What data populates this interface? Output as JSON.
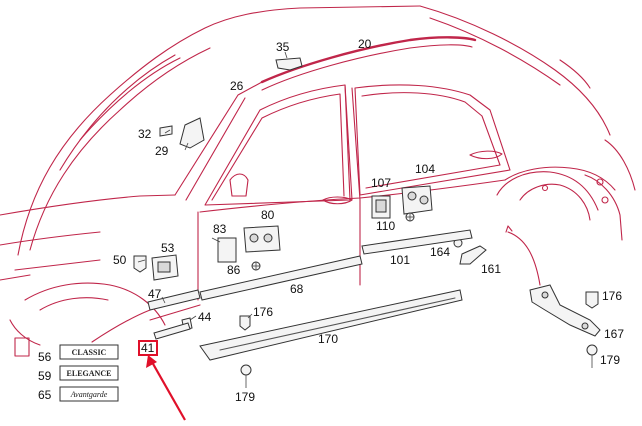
{
  "labels": {
    "p35": "35",
    "p20": "20",
    "p26": "26",
    "p32": "32",
    "p29": "29",
    "p107": "107",
    "p104": "104",
    "p110": "110",
    "p80": "80",
    "p83": "83",
    "p86": "86",
    "p50": "50",
    "p53": "53",
    "p164": "164",
    "p161": "161",
    "p101": "101",
    "p68": "68",
    "p47": "47",
    "p44": "44",
    "p176a": "176",
    "p170": "170",
    "p41": "41",
    "p56": "56",
    "p59": "59",
    "p65": "65",
    "p179a": "179",
    "p176b": "176",
    "p167": "167",
    "p179b": "179"
  },
  "badges": {
    "classic": "CLASSIC",
    "elegance": "ELEGANCE",
    "avantgarde": "Avantgarde"
  },
  "colors": {
    "line_art": "#c0264a",
    "highlight_box": "#e0102a",
    "arrow": "#e0102a",
    "label_text": "#111111"
  }
}
